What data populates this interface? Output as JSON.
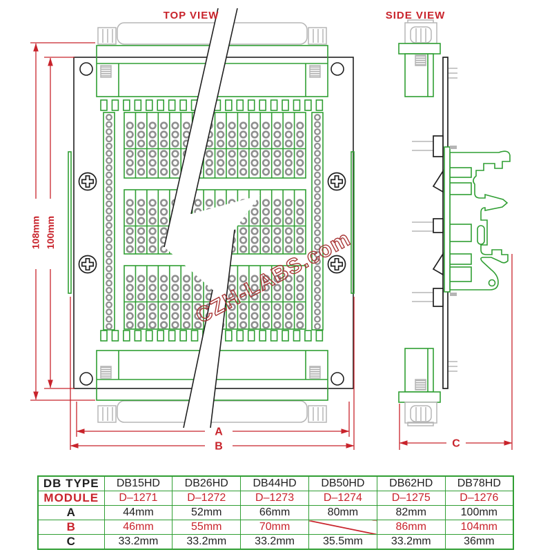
{
  "top_view": {
    "label": "TOP VIEW"
  },
  "side_view": {
    "label": "SIDE VIEW"
  },
  "watermark": {
    "text": "CZH-LABS.com"
  },
  "dimensions": {
    "height_outer": "108mm",
    "height_inner": "100mm",
    "width_a": "A",
    "width_b": "B",
    "depth_c": "C"
  },
  "colors": {
    "outline_green": "#2f9e32",
    "dimension_red": "#c8232b",
    "watermark_red": "#a83636",
    "connector_gray": "#b5b5b5",
    "pad_gray": "#8f8f8f",
    "line_black": "#1f1f1f"
  },
  "table": {
    "rows": [
      {
        "tone": "black",
        "cells": [
          "DB TYPE",
          "DB15HD",
          "DB26HD",
          "DB44HD",
          "DB50HD",
          "DB62HD",
          "DB78HD"
        ]
      },
      {
        "tone": "red",
        "cells": [
          "MODULE",
          "D–1271",
          "D–1272",
          "D–1273",
          "D–1274",
          "D–1275",
          "D–1276"
        ]
      },
      {
        "tone": "black",
        "cells": [
          "A",
          "44mm",
          "52mm",
          "66mm",
          "80mm",
          "82mm",
          "100mm"
        ]
      },
      {
        "tone": "red",
        "cells": [
          "B",
          "46mm",
          "55mm",
          "70mm",
          "",
          "86mm",
          "104mm"
        ]
      },
      {
        "tone": "black",
        "cells": [
          "C",
          "33.2mm",
          "33.2mm",
          "33.2mm",
          "35.5mm",
          "33.2mm",
          "36mm"
        ]
      }
    ]
  }
}
